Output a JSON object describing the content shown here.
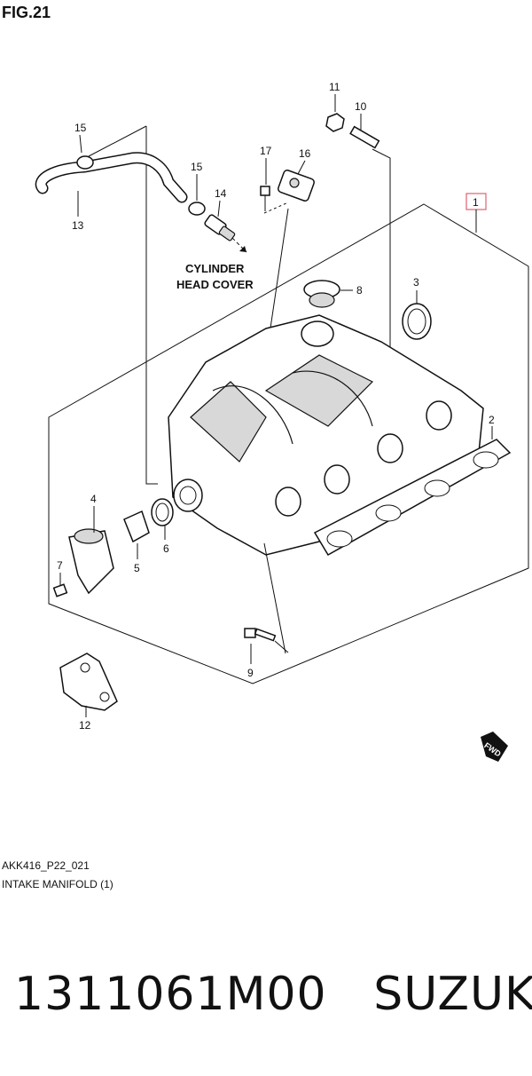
{
  "figure": {
    "title": "FIG.21",
    "drawing_code": "AKK416_P22_021",
    "subtitle": "INTAKE MANIFOLD (1)"
  },
  "callouts": {
    "p1": "1",
    "p2": "2",
    "p3": "3",
    "p4": "4",
    "p5": "5",
    "p6": "6",
    "p7": "7",
    "p8": "8",
    "p9": "9",
    "p10": "10",
    "p11": "11",
    "p12": "12",
    "p13": "13",
    "p14": "14",
    "p15a": "15",
    "p15b": "15",
    "p16": "16",
    "p17": "17"
  },
  "notes": {
    "cylinder_line1": "CYLINDER",
    "cylinder_line2": "HEAD COVER",
    "fwd": "FWD"
  },
  "footer": {
    "part_number": "1311061M00",
    "brand": "SUZUKI"
  },
  "colors": {
    "highlight_box": "#e06070"
  }
}
